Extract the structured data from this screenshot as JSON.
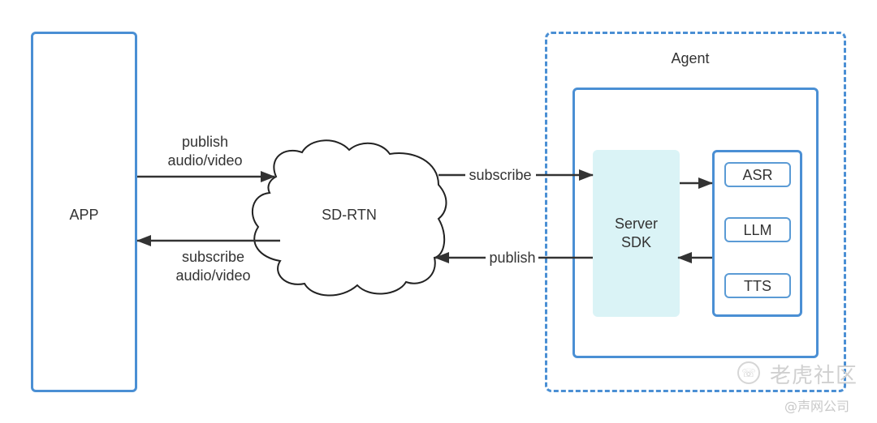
{
  "nodes": {
    "app": {
      "label": "APP"
    },
    "sdrtn": {
      "label": "SD-RTN"
    },
    "agent": {
      "label": "Agent"
    },
    "server_sdk": {
      "label_line1": "Server",
      "label_line2": "SDK"
    },
    "modules": [
      {
        "label": "ASR"
      },
      {
        "label": "LLM"
      },
      {
        "label": "TTS"
      }
    ]
  },
  "edges": {
    "app_to_cloud": {
      "line1": "publish",
      "line2": "audio/video"
    },
    "cloud_to_app": {
      "line1": "subscribe",
      "line2": "audio/video"
    },
    "cloud_to_sdk": {
      "label": "subscribe"
    },
    "sdk_to_cloud": {
      "label": "publish"
    }
  },
  "watermark": {
    "brand": "老虎社区",
    "credit": "@声网公司"
  },
  "colors": {
    "border_blue": "#4a8fd4",
    "sdk_fill": "#daf3f6",
    "arrow": "#333333"
  }
}
